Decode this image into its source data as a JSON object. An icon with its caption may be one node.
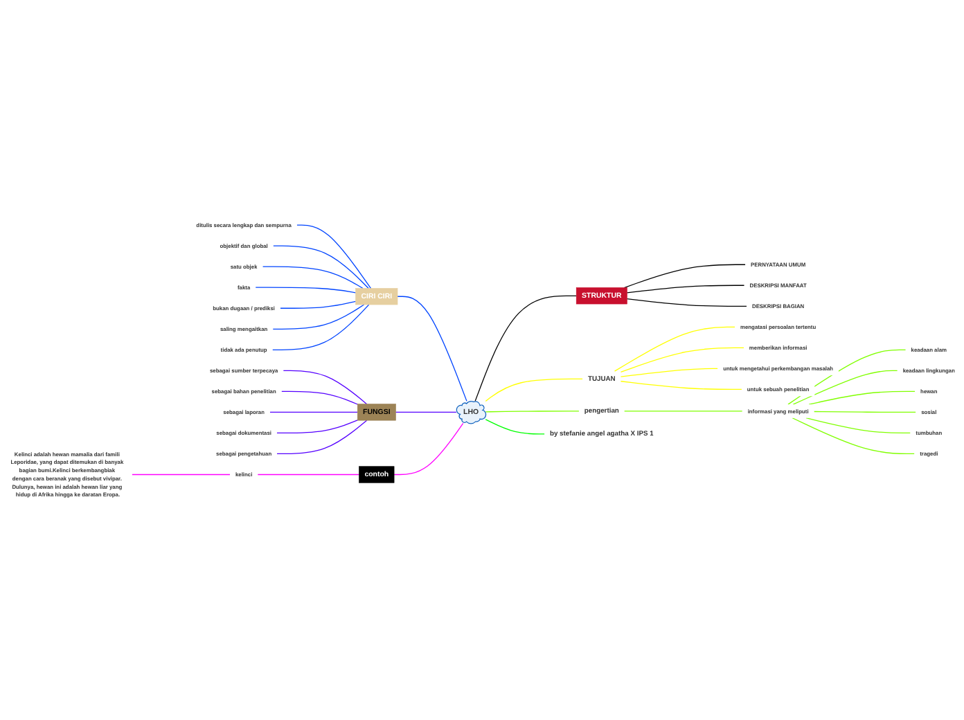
{
  "diagram": {
    "nodes": [
      {
        "text": [
          "LHO"
        ]
      },
      {
        "text": [
          "STRUKTUR"
        ]
      },
      {
        "text": [
          "PERNYATAAN UMUM"
        ]
      },
      {
        "text": [
          "DESKRIPSI MANFAAT"
        ]
      },
      {
        "text": [
          "DESKRIPSI BAGIAN"
        ]
      },
      {
        "text": [
          "TUJUAN"
        ]
      },
      {
        "text": [
          "mengatasi persoalan tertentu"
        ]
      },
      {
        "text": [
          "memberikan informasi"
        ]
      },
      {
        "text": [
          "untuk mengetahui perkembangan masalah"
        ]
      },
      {
        "text": [
          "untuk sebuah penelitian"
        ]
      },
      {
        "text": [
          "pengertian"
        ]
      },
      {
        "text": [
          "informasi yang meliputi"
        ]
      },
      {
        "text": [
          "keadaan alam"
        ]
      },
      {
        "text": [
          "keadaan lingkungan"
        ]
      },
      {
        "text": [
          "hewan"
        ]
      },
      {
        "text": [
          "sosial"
        ]
      },
      {
        "text": [
          "tumbuhan"
        ]
      },
      {
        "text": [
          "tragedi"
        ]
      },
      {
        "text": [
          "by stefanie angel agatha X IPS 1"
        ]
      },
      {
        "text": [
          "CIRI CIRI"
        ]
      },
      {
        "text": [
          "ditulis secara lengkap dan sempurna"
        ]
      },
      {
        "text": [
          "objektif dan global"
        ]
      },
      {
        "text": [
          "satu objek"
        ]
      },
      {
        "text": [
          "fakta"
        ]
      },
      {
        "text": [
          "bukan dugaan / prediksi"
        ]
      },
      {
        "text": [
          "saling mengaitkan"
        ]
      },
      {
        "text": [
          "tidak ada penutup"
        ]
      },
      {
        "text": [
          "FUNGSI"
        ]
      },
      {
        "text": [
          "sebagai sumber terpecaya"
        ]
      },
      {
        "text": [
          "sebagai bahan penelitian"
        ]
      },
      {
        "text": [
          "sebagai laporan"
        ]
      },
      {
        "text": [
          "sebagai dokumentasi"
        ]
      },
      {
        "text": [
          "sebagai pengetahuan"
        ]
      },
      {
        "text": [
          "contoh"
        ]
      },
      {
        "text": [
          "kelinci"
        ]
      },
      {
        "text": [
          "Kelinci adalah hewan mamalia dari famili Leporidae, yang dapat ditemukan di banyak bagian bumi.Kelinci berkembangbiak dengan cara beranak yang disebut vivipar. Dulunya, hewan ini adalah hewan liar yang hidup di Afrika hingga ke daratan Eropa."
        ]
      }
    ],
    "edges": [
      {
        "from": 0,
        "to": 1,
        "arrow": "none",
        "color": "#000000"
      },
      {
        "from": 1,
        "to": 2,
        "arrow": "none",
        "color": "#000000"
      },
      {
        "from": 1,
        "to": 3,
        "arrow": "none",
        "color": "#000000"
      },
      {
        "from": 1,
        "to": 4,
        "arrow": "none",
        "color": "#000000"
      },
      {
        "from": 0,
        "to": 5,
        "arrow": "none",
        "color": "#ffff00"
      },
      {
        "from": 5,
        "to": 6,
        "arrow": "none",
        "color": "#ffff00"
      },
      {
        "from": 5,
        "to": 7,
        "arrow": "none",
        "color": "#ffff00"
      },
      {
        "from": 5,
        "to": 8,
        "arrow": "none",
        "color": "#ffff00"
      },
      {
        "from": 5,
        "to": 9,
        "arrow": "none",
        "color": "#ffff00"
      },
      {
        "from": 0,
        "to": 10,
        "arrow": "none",
        "color": "#80ff00"
      },
      {
        "from": 10,
        "to": 11,
        "arrow": "none",
        "color": "#80ff00"
      },
      {
        "from": 11,
        "to": 12,
        "arrow": "none",
        "color": "#80ff00"
      },
      {
        "from": 11,
        "to": 13,
        "arrow": "none",
        "color": "#80ff00"
      },
      {
        "from": 11,
        "to": 14,
        "arrow": "none",
        "color": "#80ff00"
      },
      {
        "from": 11,
        "to": 15,
        "arrow": "none",
        "color": "#80ff00"
      },
      {
        "from": 11,
        "to": 16,
        "arrow": "none",
        "color": "#80ff00"
      },
      {
        "from": 11,
        "to": 17,
        "arrow": "none",
        "color": "#80ff00"
      },
      {
        "from": 0,
        "to": 18,
        "arrow": "none",
        "color": "#00ff00"
      },
      {
        "from": 0,
        "to": 19,
        "arrow": "none",
        "color": "#0044ff"
      },
      {
        "from": 19,
        "to": 20,
        "arrow": "none",
        "color": "#0044ff"
      },
      {
        "from": 19,
        "to": 21,
        "arrow": "none",
        "color": "#0044ff"
      },
      {
        "from": 19,
        "to": 22,
        "arrow": "none",
        "color": "#0044ff"
      },
      {
        "from": 19,
        "to": 23,
        "arrow": "none",
        "color": "#0044ff"
      },
      {
        "from": 19,
        "to": 24,
        "arrow": "none",
        "color": "#0044ff"
      },
      {
        "from": 19,
        "to": 25,
        "arrow": "none",
        "color": "#0044ff"
      },
      {
        "from": 19,
        "to": 26,
        "arrow": "none",
        "color": "#0044ff"
      },
      {
        "from": 0,
        "to": 27,
        "arrow": "none",
        "color": "#5500ff"
      },
      {
        "from": 27,
        "to": 28,
        "arrow": "none",
        "color": "#5500ff"
      },
      {
        "from": 27,
        "to": 29,
        "arrow": "none",
        "color": "#5500ff"
      },
      {
        "from": 27,
        "to": 30,
        "arrow": "none",
        "color": "#5500ff"
      },
      {
        "from": 27,
        "to": 31,
        "arrow": "none",
        "color": "#5500ff"
      },
      {
        "from": 27,
        "to": 32,
        "arrow": "none",
        "color": "#5500ff"
      },
      {
        "from": 0,
        "to": 33,
        "arrow": "none",
        "color": "#ff00ff"
      },
      {
        "from": 33,
        "to": 34,
        "arrow": "none",
        "color": "#ff00ff"
      },
      {
        "from": 34,
        "to": 35,
        "arrow": "none",
        "color": "#ff00ff"
      }
    ]
  }
}
